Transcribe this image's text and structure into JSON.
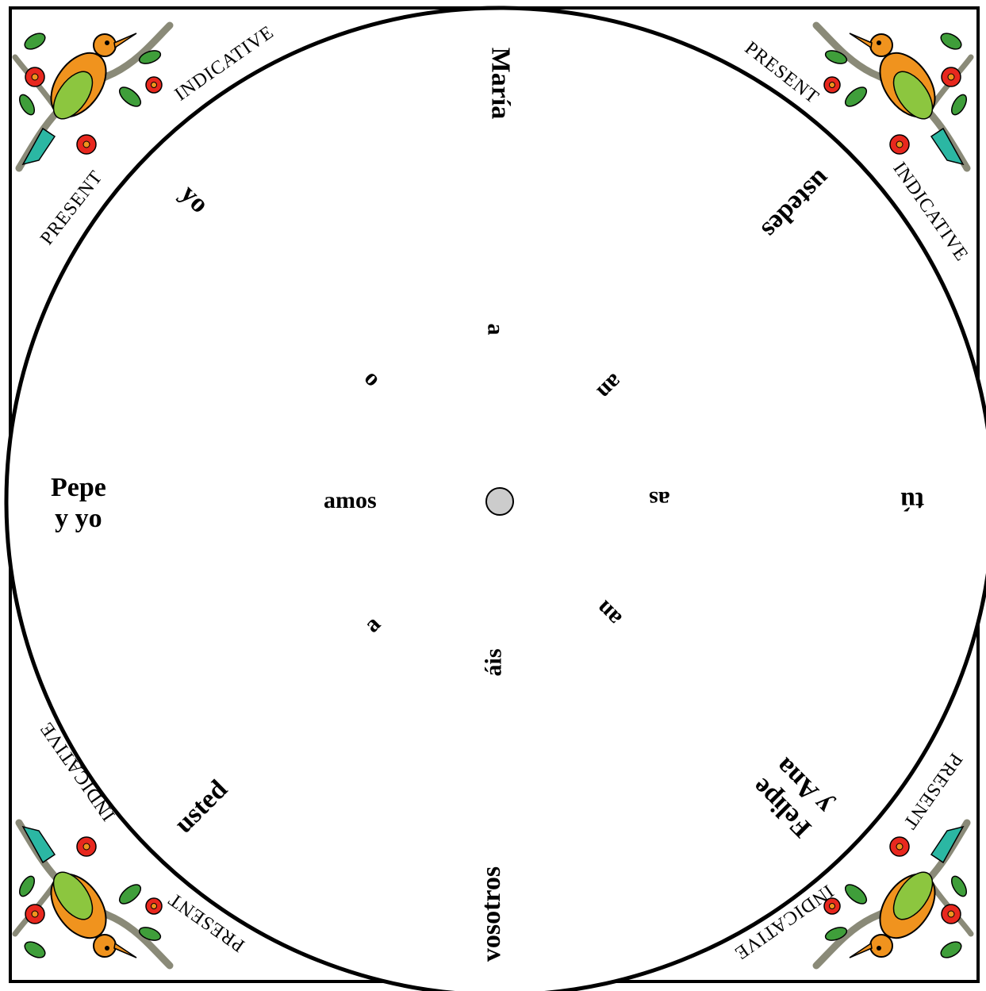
{
  "corners": {
    "top_left": {
      "indicative": "INDICATIVE",
      "present": "PRESENT"
    },
    "top_right": {
      "indicative": "INDICATIVE",
      "present": "PRESENT"
    },
    "bottom_left": {
      "indicative": "INDICATIVE",
      "present": "PRESENT"
    },
    "bottom_right": {
      "indicative": "INDICATIVE",
      "present": "PRESENT"
    }
  },
  "pronouns": {
    "maria": "María",
    "ustedes": "ustedes",
    "tu": "tú",
    "felipe_line1": "Felipe",
    "felipe_line2": "y Ana",
    "vosotros": "vosotros",
    "usted": "usted",
    "pepe_line1": "Pepe",
    "pepe_line2": "y  yo",
    "yo": "yo"
  },
  "endings": {
    "maria": "a",
    "ustedes": "an",
    "tu": "as",
    "felipe": "an",
    "vosotros": "áis",
    "usted": "a",
    "pepe": "amos",
    "yo": "o"
  },
  "colors": {
    "outline": "#000000",
    "hub_fill": "#cccccc",
    "bird_orange": "#f0931e",
    "bird_green": "#8cc63f",
    "bird_teal": "#2bb7a3",
    "flower_red": "#e8281e",
    "leaf_green": "#3f9e3a",
    "branch": "#8a8a78"
  }
}
